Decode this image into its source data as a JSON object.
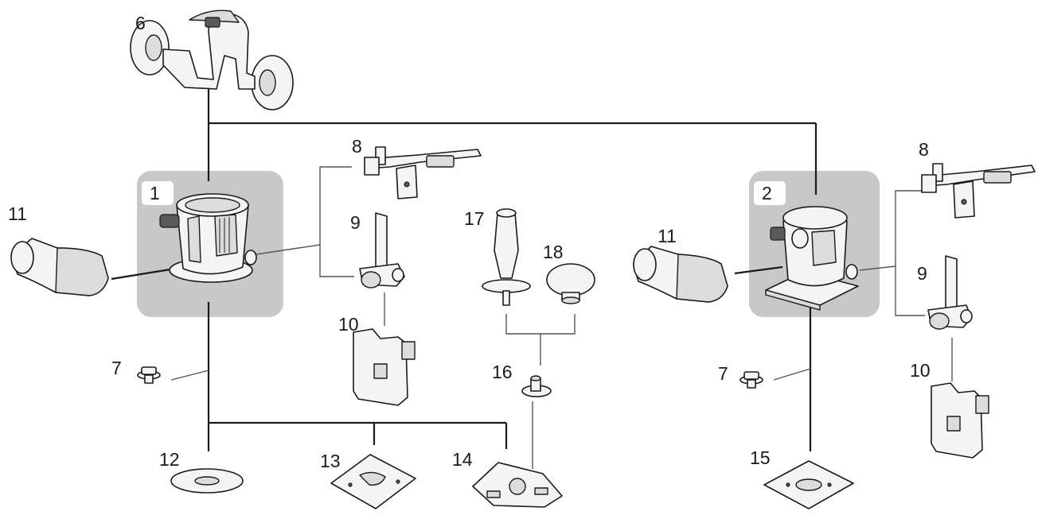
{
  "colors": {
    "highlight_box": "#c8c8c8",
    "line": "#1a1a1a",
    "part_fill": "#f4f4f4",
    "background": "#ffffff"
  },
  "labels": {
    "p1": "1",
    "p2": "2",
    "p6": "6",
    "p7a": "7",
    "p7b": "7",
    "p8a": "8",
    "p8b": "8",
    "p9a": "9",
    "p9b": "9",
    "p10a": "10",
    "p10b": "10",
    "p11a": "11",
    "p11b": "11",
    "p12": "12",
    "p13": "13",
    "p14": "14",
    "p15": "15",
    "p16": "16",
    "p17": "17",
    "p18": "18"
  }
}
